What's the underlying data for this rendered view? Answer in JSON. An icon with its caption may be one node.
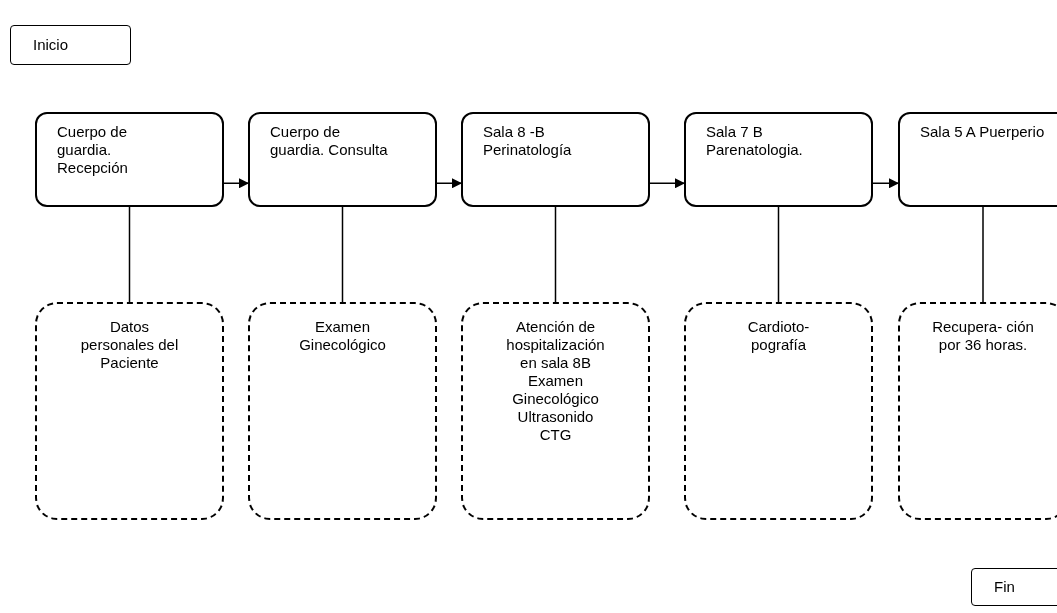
{
  "diagram": {
    "nodes": [
      {
        "text": [
          "Inicio"
        ]
      },
      {
        "text": [
          "Cuerpo de guardia. Recepción"
        ]
      },
      {
        "text": [
          "Cuerpo de guardia. Consulta"
        ]
      },
      {
        "text": [
          "Sala 8 -B Perinatología"
        ]
      },
      {
        "text": [
          "Sala 7 B Parenatologia."
        ]
      },
      {
        "text": [
          "Sala 5 A Puerperio"
        ]
      },
      {
        "text": [
          "Datos personales del Paciente"
        ]
      },
      {
        "text": [
          "Examen Ginecológico"
        ]
      },
      {
        "text": [
          "Atención de hospitalización en sala 8B",
          "Examen Ginecológico",
          "Ultrasonido",
          "CTG"
        ]
      },
      {
        "text": [
          "Cardioto- pografía"
        ]
      },
      {
        "text": [
          "Recupera- ción por 36 horas."
        ]
      },
      {
        "text": [
          "Fin"
        ]
      }
    ],
    "edges": [
      {
        "from": 1,
        "to": 2,
        "arrow": "to"
      },
      {
        "from": 2,
        "to": 3,
        "arrow": "to"
      },
      {
        "from": 3,
        "to": 4,
        "arrow": "to"
      },
      {
        "from": 4,
        "to": 5,
        "arrow": "to"
      },
      {
        "from": 1,
        "to": 6,
        "arrow": "none"
      },
      {
        "from": 2,
        "to": 7,
        "arrow": "none"
      },
      {
        "from": 3,
        "to": 8,
        "arrow": "none"
      },
      {
        "from": 4,
        "to": 9,
        "arrow": "none"
      },
      {
        "from": 5,
        "to": 10,
        "arrow": "none"
      }
    ]
  }
}
